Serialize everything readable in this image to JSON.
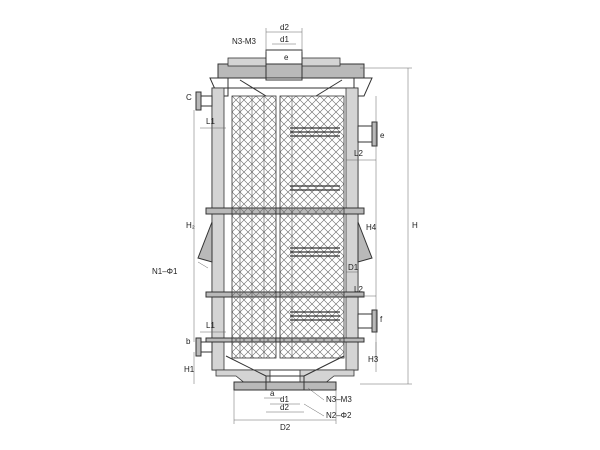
{
  "drawing": {
    "labels": {
      "n3m3_top": "N3-M3",
      "d2_top": "d2",
      "d1_top": "d1",
      "e_top": "e",
      "c": "C",
      "l1_top": "L1",
      "e_right": "e",
      "l2_top": "L2",
      "h_left": "H₂",
      "h4": "H4",
      "h": "H",
      "n1": "N1–Φ1",
      "d1_right": "D1",
      "l2_bottom": "L2",
      "f": "f",
      "l1_bottom": "L1",
      "b": "b",
      "h1": "H1",
      "h3": "H3",
      "a": "a",
      "d1_bottom": "d1",
      "d2_bottom": "d2",
      "n3m3_bottom": "N3–M3",
      "n2": "N2–Φ2",
      "D2": "D2"
    }
  }
}
